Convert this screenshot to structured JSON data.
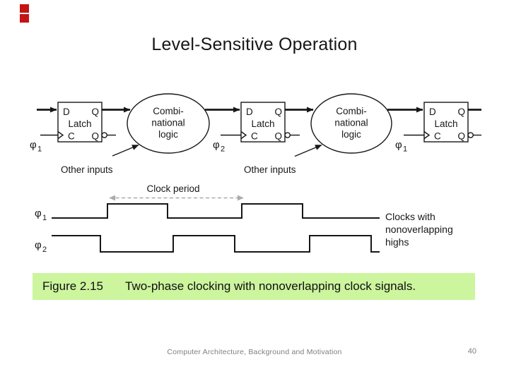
{
  "slide": {
    "title": "Level-Sensitive Operation",
    "footer_text": "Computer Architecture, Background and Motivation",
    "page_number": "40",
    "logo_color": "#c41414"
  },
  "caption": {
    "figure_label": "Figure 2.15",
    "text": "Two-phase clocking with nonoverlapping clock signals.",
    "highlight_color": "#ccf59e"
  },
  "diagram": {
    "phi": "φ",
    "latch": {
      "d_label": "D",
      "q_label": "Q",
      "name": "Latch",
      "c_label": "C",
      "qbar_label": "Q"
    },
    "clock_phases": [
      "1",
      "2",
      "1"
    ],
    "logic_block": {
      "line1": "Combi-",
      "line2": "national",
      "line3": "logic"
    },
    "other_inputs_label": "Other inputs"
  },
  "waveforms": {
    "clock_period_label": "Clock period",
    "phi": "φ",
    "signal_subs": [
      "1",
      "2"
    ],
    "annotation_line1": "Clocks with",
    "annotation_line2": "nonoverlapping",
    "annotation_line3": "highs",
    "line_color": "#171717",
    "period_arrow_color": "#aaaaaa"
  }
}
